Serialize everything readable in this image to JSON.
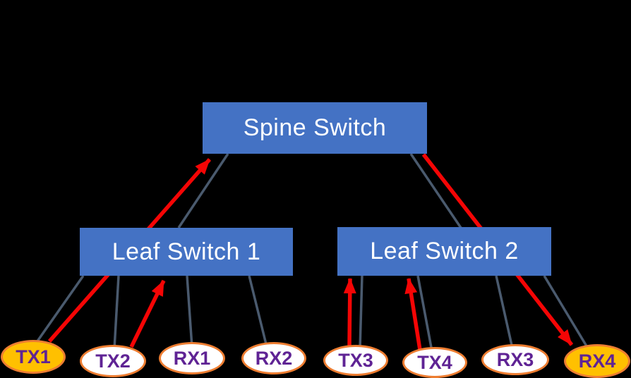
{
  "colors": {
    "background": "#000000",
    "box_blue": "#4472C4",
    "line_gray": "#4A5A6E",
    "arrow_red": "#F50505",
    "node_border_orange": "#ED7D31",
    "node_fill_gold": "#FFC000",
    "node_fill_white": "#FFFFFF",
    "text_purple": "#5F2394",
    "text_white": "#FFFFFF"
  },
  "diagram": {
    "spine": {
      "label": "Spine Switch"
    },
    "leaf1": {
      "label": "Leaf Switch 1"
    },
    "leaf2": {
      "label": "Leaf Switch 2"
    },
    "endpoints": [
      {
        "label": "TX1",
        "fill": "gold",
        "connected_to": "Leaf Switch 1"
      },
      {
        "label": "TX2",
        "fill": "white",
        "connected_to": "Leaf Switch 1"
      },
      {
        "label": "RX1",
        "fill": "white",
        "connected_to": "Leaf Switch 1"
      },
      {
        "label": "RX2",
        "fill": "white",
        "connected_to": "Leaf Switch 1"
      },
      {
        "label": "TX3",
        "fill": "white",
        "connected_to": "Leaf Switch 2"
      },
      {
        "label": "TX4",
        "fill": "white",
        "connected_to": "Leaf Switch 2"
      },
      {
        "label": "RX3",
        "fill": "white",
        "connected_to": "Leaf Switch 2"
      },
      {
        "label": "RX4",
        "fill": "gold",
        "connected_to": "Leaf Switch 2"
      }
    ],
    "gray_links": [
      [
        "Spine Switch",
        "Leaf Switch 1"
      ],
      [
        "Spine Switch",
        "Leaf Switch 2"
      ],
      [
        "Leaf Switch 1",
        "TX1"
      ],
      [
        "Leaf Switch 1",
        "TX2"
      ],
      [
        "Leaf Switch 1",
        "RX1"
      ],
      [
        "Leaf Switch 1",
        "RX2"
      ],
      [
        "Leaf Switch 2",
        "TX3"
      ],
      [
        "Leaf Switch 2",
        "TX4"
      ],
      [
        "Leaf Switch 2",
        "RX3"
      ],
      [
        "Leaf Switch 2",
        "RX4"
      ]
    ],
    "red_flows": [
      {
        "from": "TX1",
        "to": "Spine Switch"
      },
      {
        "from": "TX2",
        "to": "Leaf Switch 1"
      },
      {
        "from": "TX3",
        "to": "Leaf Switch 2"
      },
      {
        "from": "TX4",
        "to": "Leaf Switch 2"
      },
      {
        "from": "Spine Switch",
        "to": "RX4"
      }
    ]
  }
}
